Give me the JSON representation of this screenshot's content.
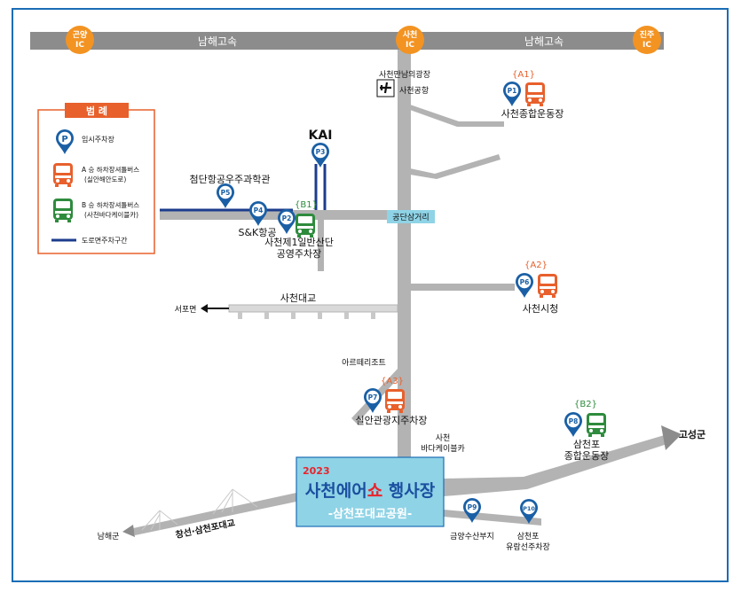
{
  "highway": {
    "name_left": "남해고속",
    "name_right": "남해고속",
    "interchanges": [
      {
        "id": "gonyang",
        "line1": "곤양",
        "line2": "IC"
      },
      {
        "id": "sacheon",
        "line1": "사천",
        "line2": "IC"
      },
      {
        "id": "jinju",
        "line1": "진주",
        "line2": "IC"
      }
    ]
  },
  "legend": {
    "title": "범 례",
    "items": [
      {
        "id": "parking",
        "label": "임시주차장"
      },
      {
        "id": "bus-a",
        "label": "A 승 하차장셔틀버스",
        "sub": "(실안해안도로)"
      },
      {
        "id": "bus-b",
        "label": "B 승 하차장셔틀버스",
        "sub": "(사천바다케이블카)"
      },
      {
        "id": "road-parking",
        "label": "도로면주차구간"
      }
    ]
  },
  "places": {
    "plaza": "사천만남의광장",
    "airport": "사천공항",
    "kai": "KAI",
    "science": "첨단항공우주과학관",
    "sk": "S&K항공",
    "industrial_1": "사천제1일반산단",
    "industrial_2": "공영주차장",
    "junction": "공단삼거리",
    "bridge": "사천대교",
    "seopo": "서포면",
    "city_hall": "사천시청",
    "stadium": "사천종합운동장",
    "arteri": "아르떼리조트",
    "silan": "실안관광지주차장",
    "cable_1": "사천",
    "cable_2": "바다케이블카",
    "samcheonpo_1": "삼천포",
    "samcheonpo_2": "종합운동장",
    "goseong": "고성군",
    "namhae": "남해군",
    "changseon": "창선·삼천포대교",
    "geumyang": "금양수산부지",
    "yuram_1": "삼천포",
    "yuram_2": "유람선주차장"
  },
  "markers": {
    "P1": "P1",
    "P2": "P2",
    "P3": "P3",
    "P4": "P4",
    "P5": "P5",
    "P6": "P6",
    "P7": "P7",
    "P8": "P8",
    "P9": "P9",
    "P10": "P10"
  },
  "bus_stops": {
    "A1": "{A1}",
    "A2": "{A2}",
    "A3": "{A3}",
    "B1": "{B1}",
    "B2": "{B2}"
  },
  "event": {
    "year": "2023",
    "title": "사천에어쇼행사장",
    "title_part1": "사천",
    "title_part2": "에어",
    "title_part3": "쇼",
    "title_part4": " 행사장",
    "subtitle": "-삼천포대교공원-"
  },
  "colors": {
    "border": "#1b6db5",
    "road": "#b3b3b3",
    "highway": "#8c8c8c",
    "ic": "#f39322",
    "pin": "#1a5fa5",
    "bus_a": "#e8602c",
    "bus_b": "#2e8b3d",
    "road_parking": "#1c3c8c",
    "event_bg": "#8fd3e6"
  }
}
